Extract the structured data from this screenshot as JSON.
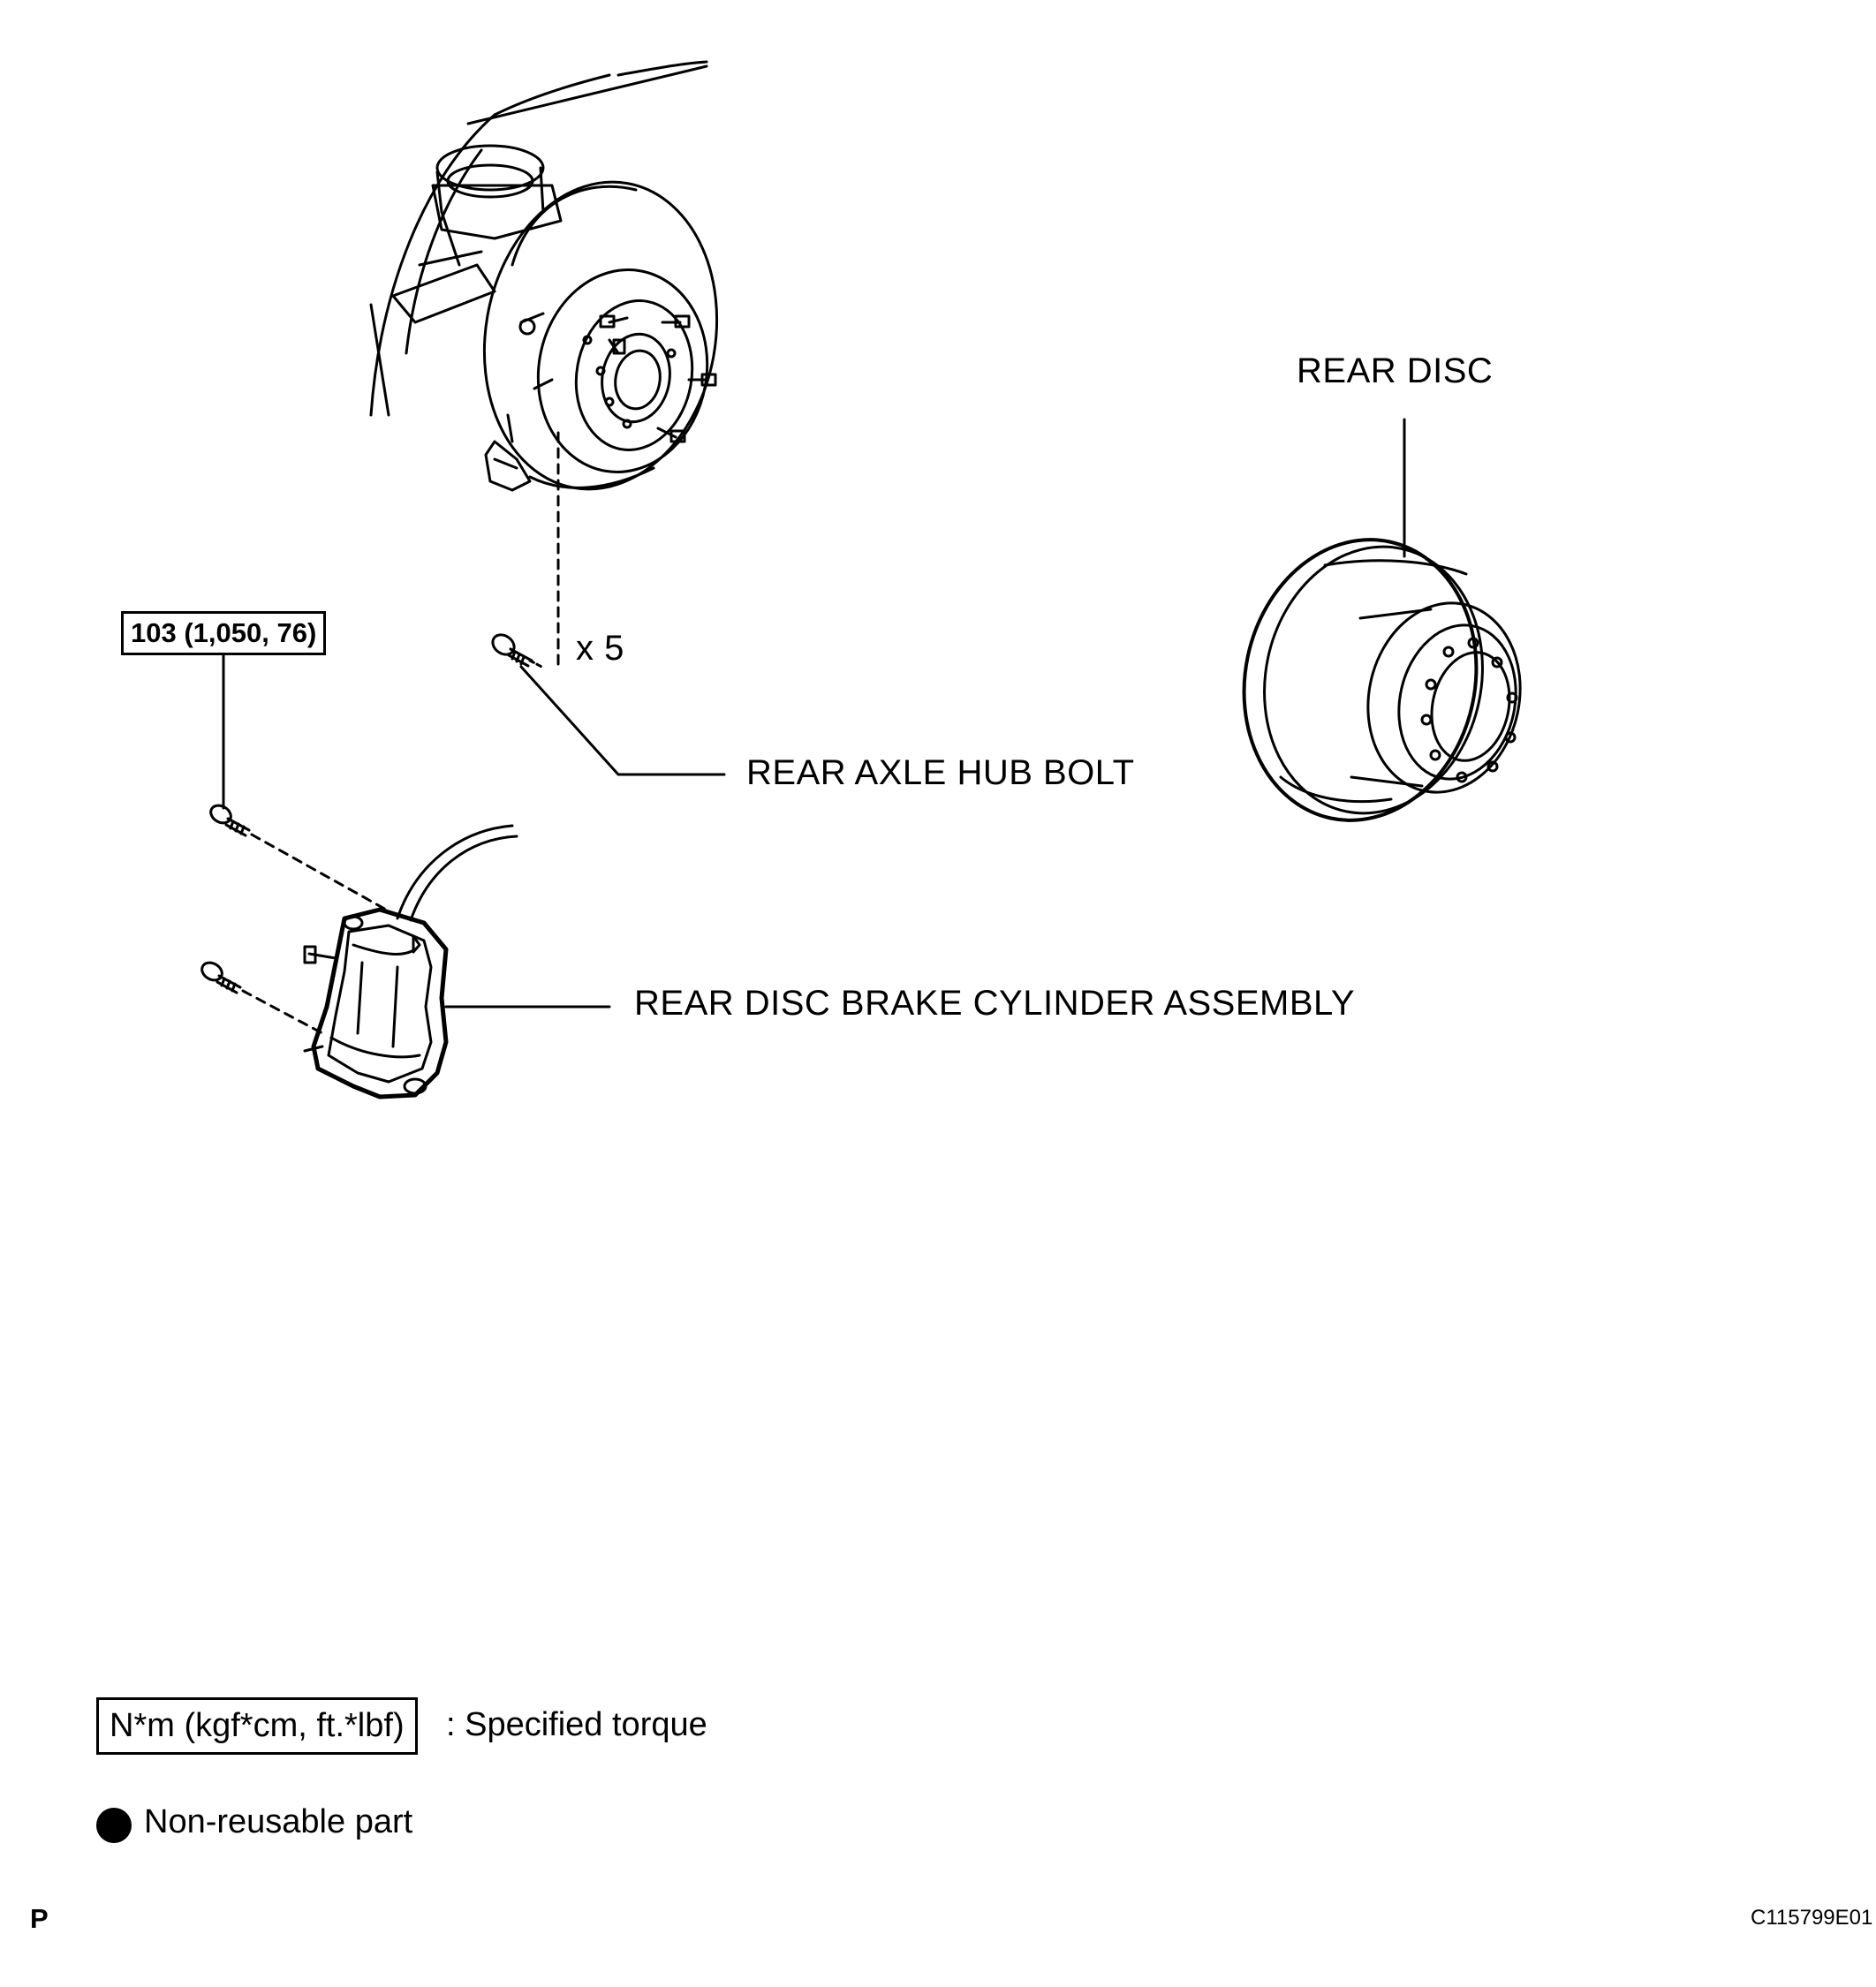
{
  "labels": {
    "rear_disc": "REAR DISC",
    "rear_axle_hub_bolt": "REAR AXLE HUB BOLT",
    "rear_disc_brake_cylinder": "REAR DISC BRAKE CYLINDER ASSEMBLY",
    "bolt_quantity": "x 5"
  },
  "torque_spec": "103 (1,050, 76)",
  "legend": {
    "torque_box": "N*m (kgf*cm, ft.*lbf)",
    "torque_desc": ": Specified torque",
    "non_reusable": "Non-reusable part"
  },
  "footer": {
    "page_letter": "P",
    "figure_id": "C115799E01"
  }
}
